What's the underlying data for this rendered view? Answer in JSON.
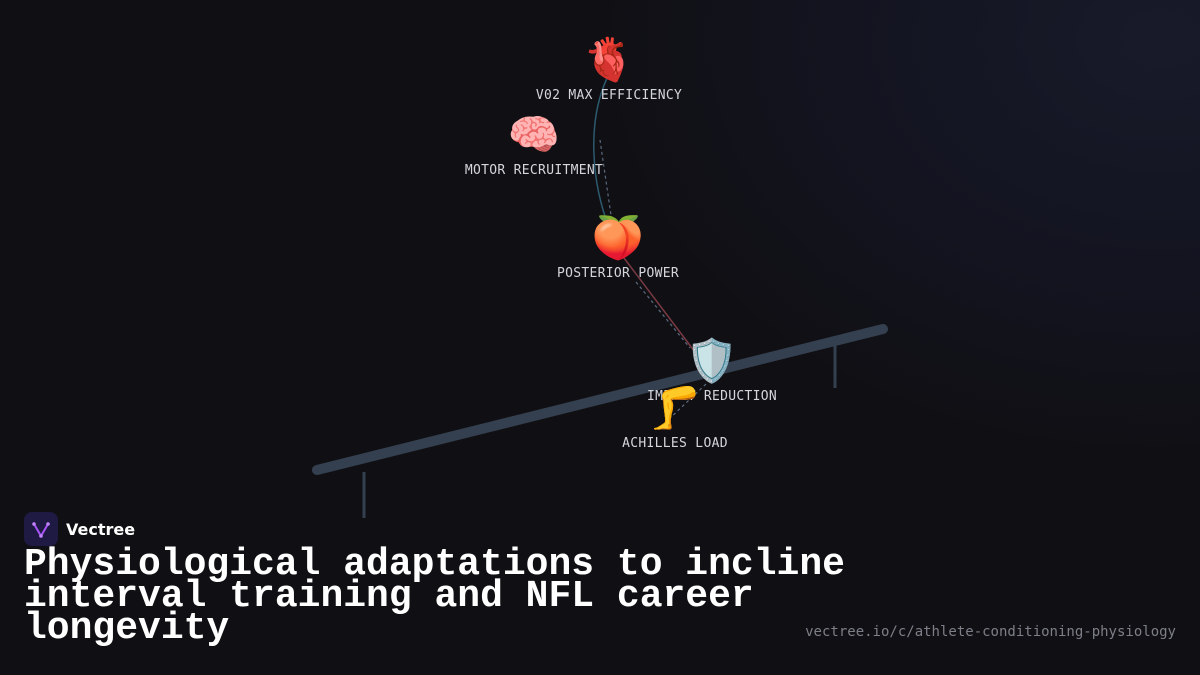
{
  "brand": {
    "name": "Vectree"
  },
  "title": "Physiological adaptations to incline interval training and NFL career longevity",
  "url": "vectree.io/c/athlete-conditioning-physiology",
  "colors": {
    "background": "#101014",
    "ramp": "#34404f",
    "heart_link": "#2c5a6e",
    "power_link": "#7a3a44",
    "dashed_link": "#5a6a80",
    "brand_logo_bg": "#1f1a44",
    "brand_logo_mark": "#a855f7"
  },
  "nodes": [
    {
      "id": "vo2",
      "emoji": "🫀",
      "icon": "heart-icon",
      "label": "V02 MAX EFFICIENCY"
    },
    {
      "id": "motor",
      "emoji": "🧠",
      "icon": "brain-icon",
      "label": "MOTOR RECRUITMENT"
    },
    {
      "id": "posterior",
      "emoji": "🍑",
      "icon": "peach-icon",
      "label": "POSTERIOR POWER"
    },
    {
      "id": "impact",
      "emoji": "🛡️",
      "icon": "shield-icon",
      "label": "IMPACT REDUCTION"
    },
    {
      "id": "achilles",
      "emoji": "🦵",
      "icon": "leg-icon",
      "label": "ACHILLES LOAD"
    }
  ]
}
